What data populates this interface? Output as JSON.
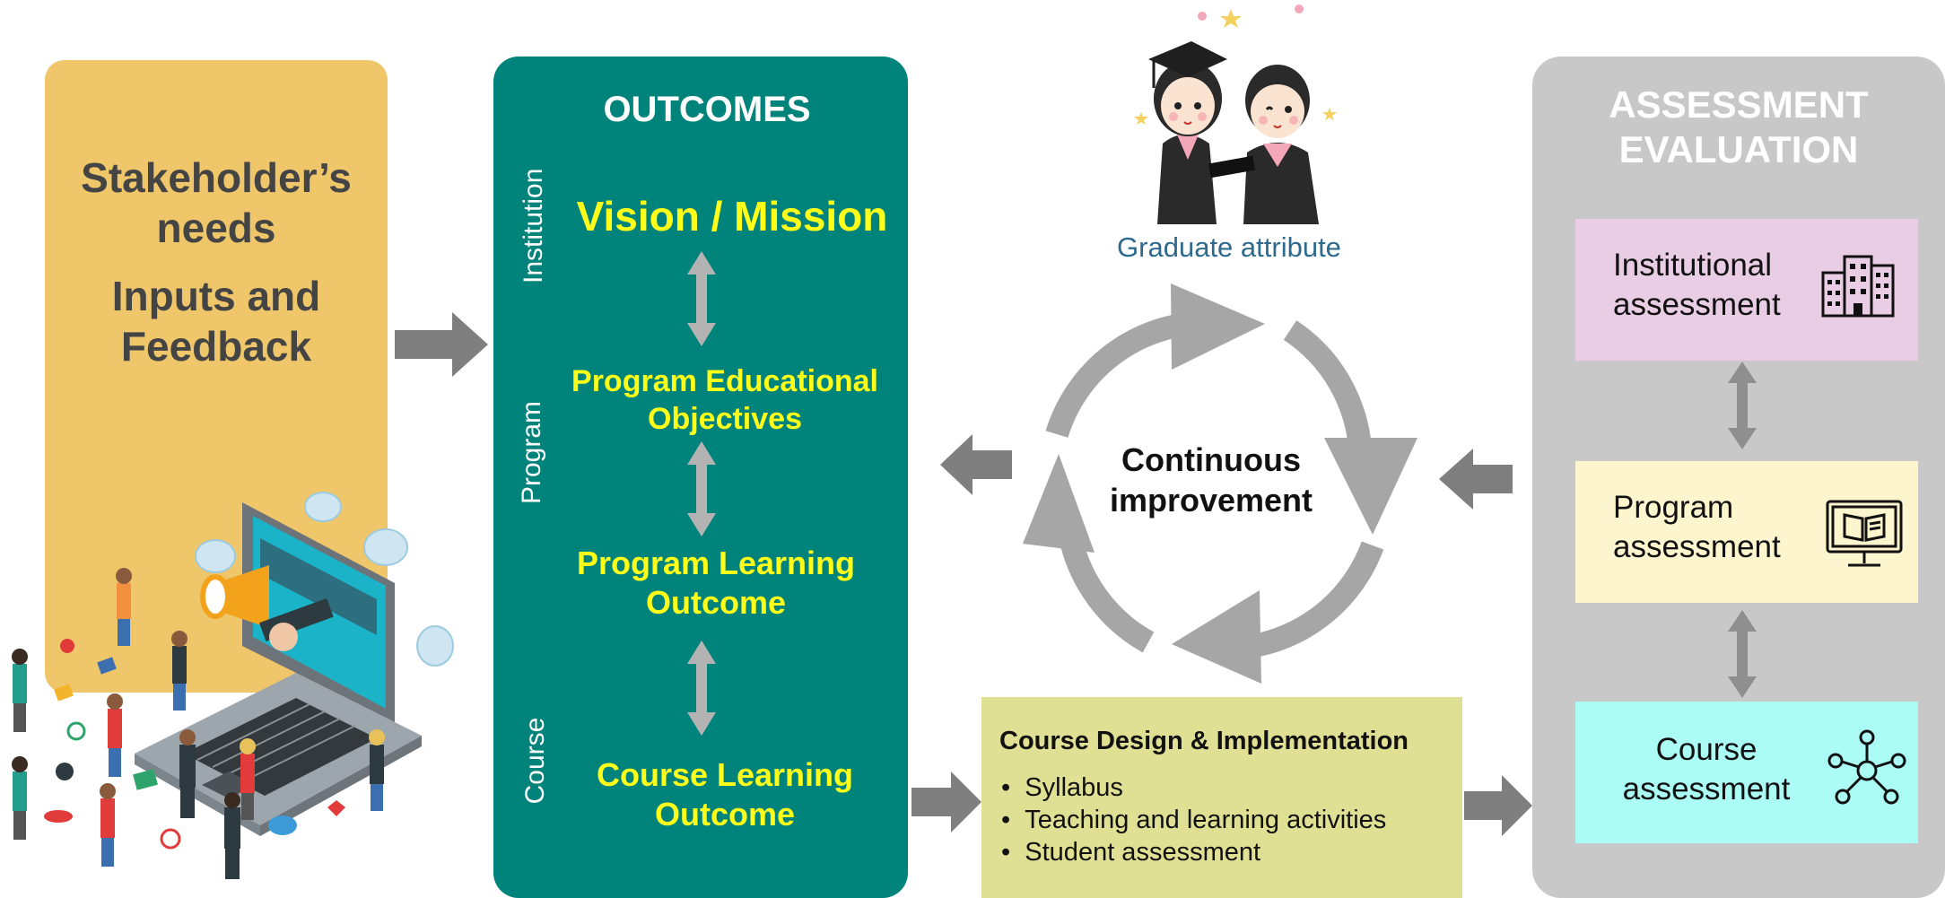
{
  "stakeholder": {
    "line1": "Stakeholder’s",
    "line2": "needs",
    "line3": "Inputs and",
    "line4": "Feedback"
  },
  "outcomes": {
    "title": "OUTCOMES",
    "levels": {
      "institution": "Institution",
      "program": "Program",
      "course": "Course"
    },
    "vision": "Vision / Mission",
    "peo_line1": "Program Educational",
    "peo_line2": "Objectives",
    "plo_line1": "Program Learning",
    "plo_line2": "Outcome",
    "clo_line1": "Course Learning",
    "clo_line2": "Outcome"
  },
  "cycle": {
    "graduate_attribute": "Graduate attribute",
    "center_line1": "Continuous",
    "center_line2": "improvement"
  },
  "course_design": {
    "title": "Course Design & Implementation",
    "items": [
      "Syllabus",
      "Teaching and learning activities",
      "Student assessment"
    ]
  },
  "assessment": {
    "title_line1": "ASSESSMENT",
    "title_line2": "EVALUATION",
    "institutional_line1": "Institutional",
    "institutional_line2": "assessment",
    "program_line1": "Program",
    "program_line2": "assessment",
    "course_line1": "Course",
    "course_line2": "assessment"
  },
  "colors": {
    "stakeholder_bg": "#efc66a",
    "outcomes_bg": "#00837a",
    "outcome_text": "#ffff1a",
    "assessment_bg": "#c9c8c9",
    "institutional_bg": "#e9cde4",
    "program_bg": "#fdf5ce",
    "course_bg": "#acfcf6",
    "course_design_bg": "#dfe094",
    "arrow_gray": "#7f7f7f",
    "cycle_gray": "#a6a6a6"
  },
  "icons": [
    "megaphone-laptop-illustration",
    "graduates-illustration",
    "buildings-icon",
    "book-monitor-icon",
    "network-icon"
  ]
}
